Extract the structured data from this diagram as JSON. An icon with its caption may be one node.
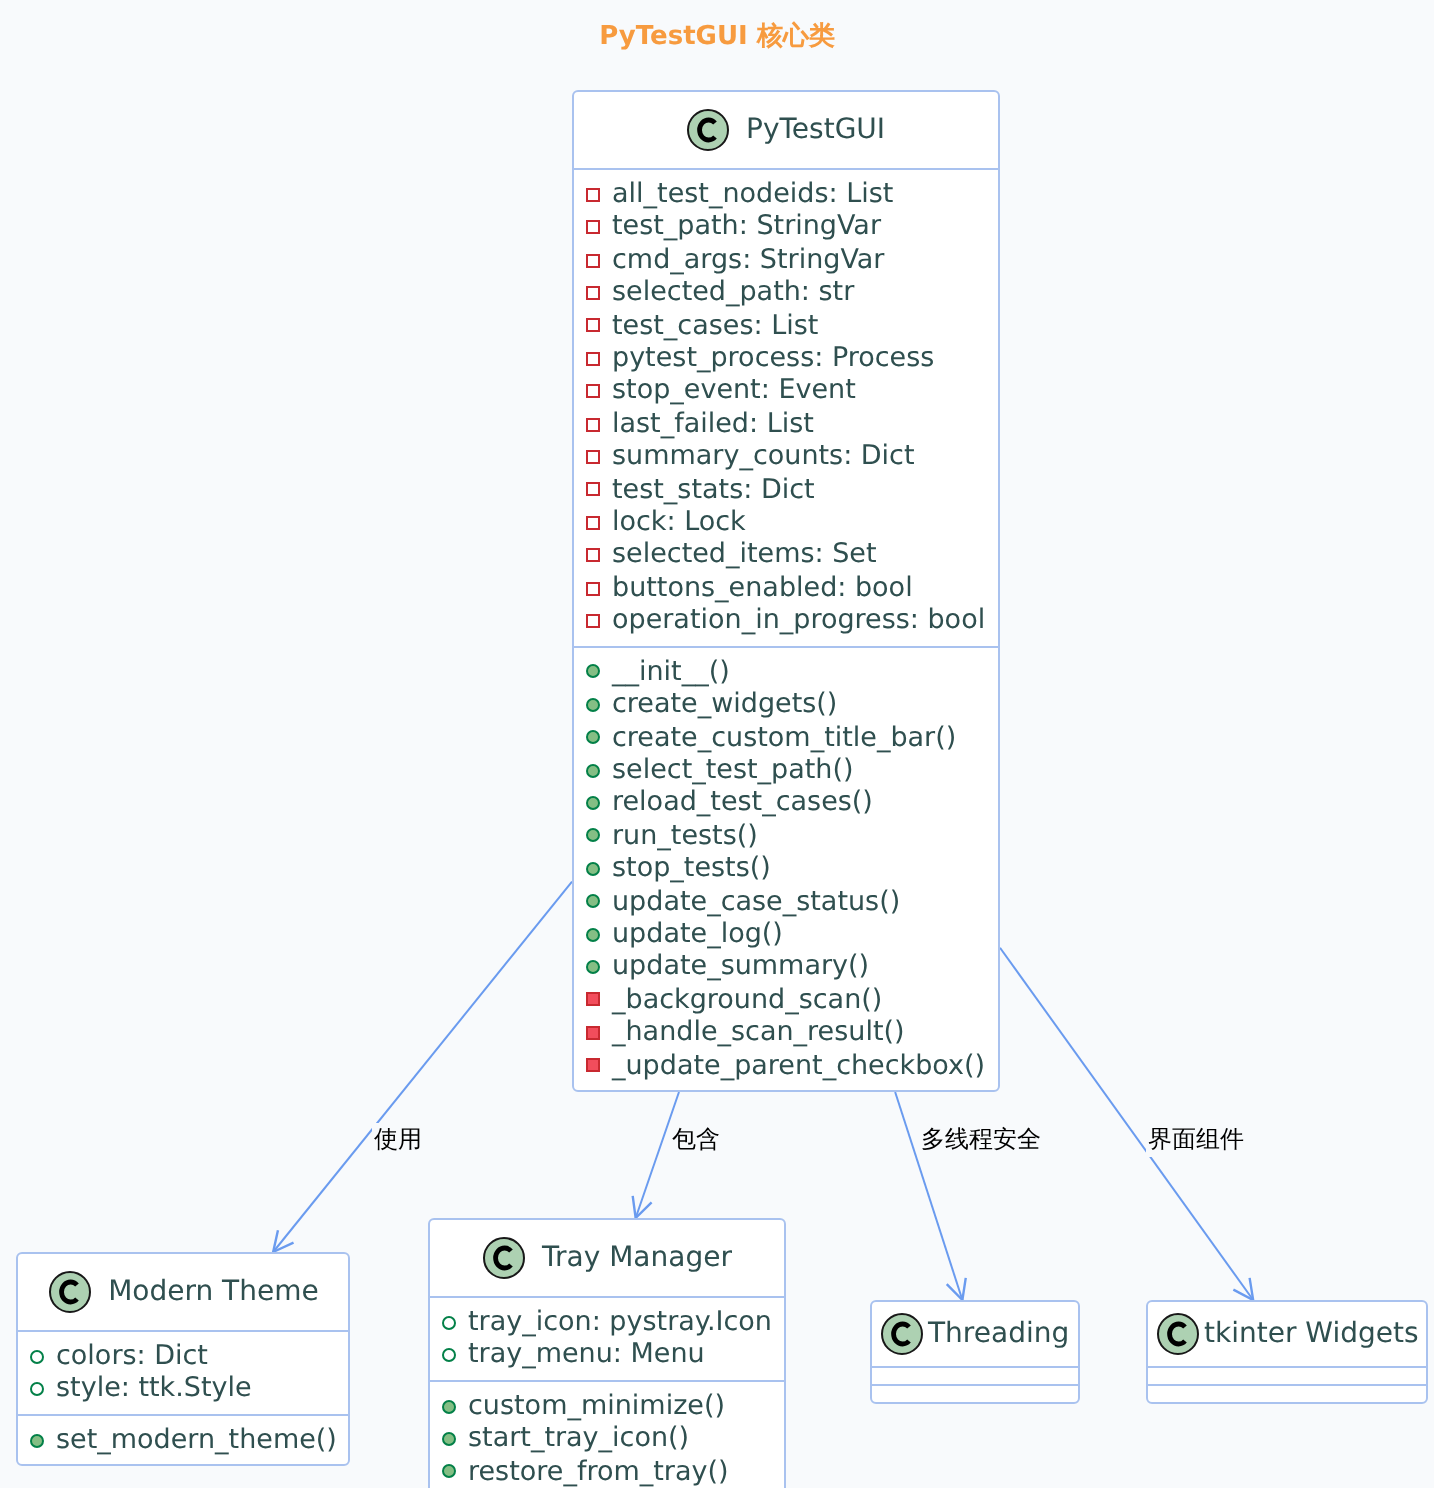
{
  "diagram": {
    "title": "PyTestGUI 核心类",
    "nodes": [
      {
        "text": [
          "PyTestGUI",
          "all_test_nodeids: List",
          "test_path: StringVar",
          "cmd_args: StringVar",
          "selected_path: str",
          "test_cases: List",
          "pytest_process: Process",
          "stop_event: Event",
          "last_failed: List",
          "summary_counts: Dict",
          "test_stats: Dict",
          "lock: Lock",
          "selected_items: Set",
          "buttons_enabled: bool",
          "operation_in_progress: bool",
          "__init__()",
          "create_widgets()",
          "create_custom_title_bar()",
          "select_test_path()",
          "reload_test_cases()",
          "run_tests()",
          "stop_tests()",
          "update_case_status()",
          "update_log()",
          "update_summary()",
          "_background_scan()",
          "_handle_scan_result()",
          "_update_parent_checkbox()"
        ]
      },
      {
        "text": [
          "Modern Theme",
          "colors: Dict",
          "style: ttk.Style",
          "set_modern_theme()"
        ]
      },
      {
        "text": [
          "Tray Manager",
          "tray_icon: pystray.Icon",
          "tray_menu: Menu",
          "custom_minimize()",
          "start_tray_icon()",
          "restore_from_tray()"
        ]
      },
      {
        "text": [
          "Threading"
        ]
      },
      {
        "text": [
          "tkinter Widgets"
        ]
      }
    ],
    "edges": [
      {
        "from": 0,
        "to": 1,
        "arrow": "to",
        "label": "使用"
      },
      {
        "from": 0,
        "to": 2,
        "arrow": "to",
        "label": "包含"
      },
      {
        "from": 0,
        "to": 3,
        "arrow": "to",
        "label": "多线程安全"
      },
      {
        "from": 0,
        "to": 4,
        "arrow": "to",
        "label": "界面组件"
      }
    ]
  }
}
